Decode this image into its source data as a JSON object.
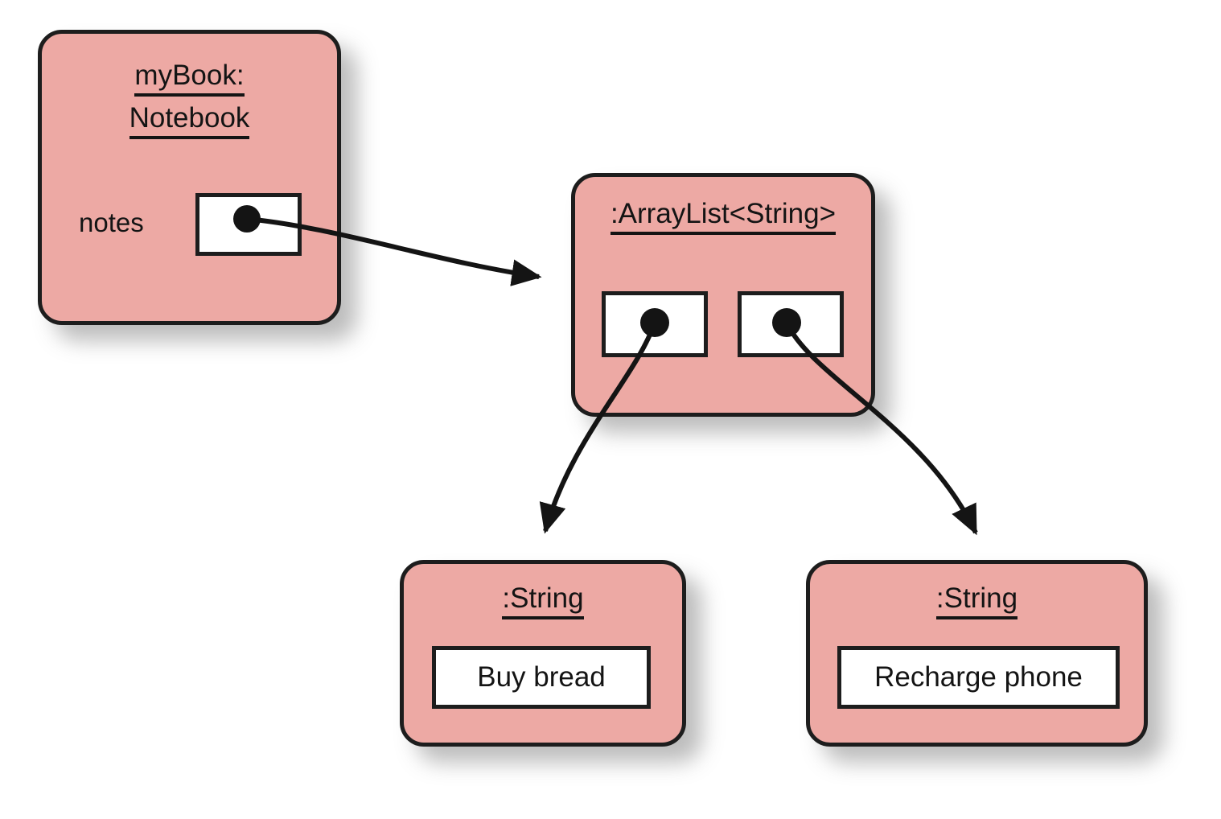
{
  "diagram": {
    "kind": "uml-object-diagram",
    "background": "#ffffff",
    "object_fill": "#eda9a4",
    "border_color": "#1d1d1d",
    "text_color": "#141414",
    "cell_fill": "#ffffff"
  },
  "objects": {
    "notebook": {
      "title_line1": "myBook:",
      "title_line2": "Notebook",
      "field_label": "notes",
      "reference_cell": "reference-dot"
    },
    "arraylist": {
      "title": ":ArrayList<String>",
      "element_cells": [
        {
          "index": 0,
          "content": "reference-dot"
        },
        {
          "index": 1,
          "content": "reference-dot"
        }
      ]
    },
    "string_left": {
      "title": ":String",
      "value": "Buy bread"
    },
    "string_right": {
      "title": ":String",
      "value": "Recharge phone"
    }
  },
  "links": [
    {
      "from": "notebook.notes",
      "to": "arraylist",
      "style": "curved-arrow"
    },
    {
      "from": "arraylist.element0",
      "to": "string_left",
      "style": "curved-arrow"
    },
    {
      "from": "arraylist.element1",
      "to": "string_right",
      "style": "curved-arrow"
    }
  ]
}
